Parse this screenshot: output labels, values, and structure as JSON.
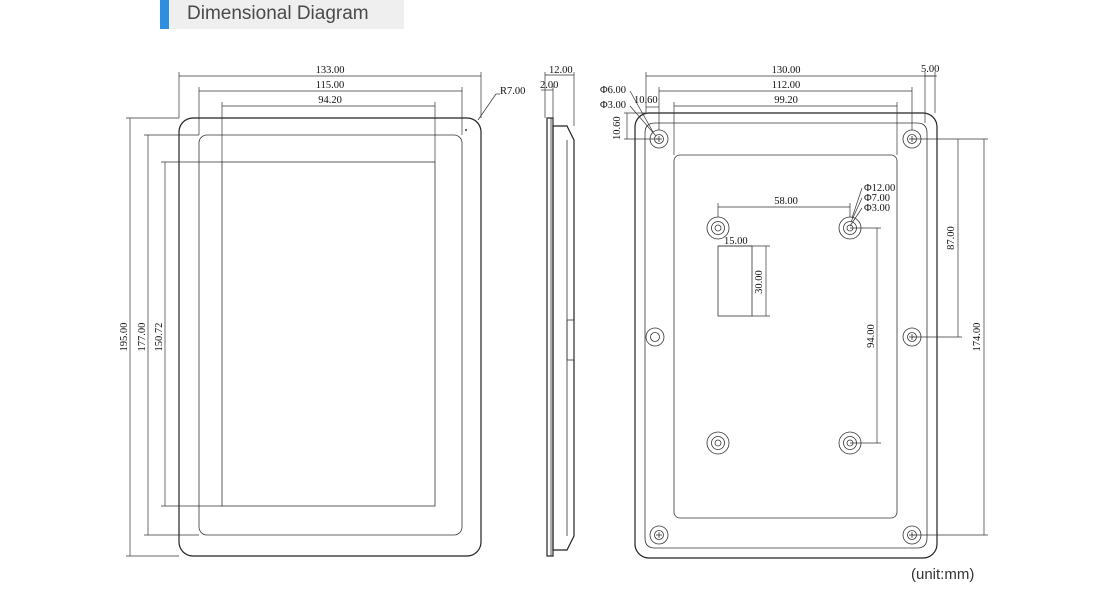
{
  "header": {
    "title": "Dimensional Diagram",
    "accent_color": "#2e8fe0"
  },
  "unit_note": "(unit:mm)",
  "front_view": {
    "width_outer": "133.00",
    "width_mid": "115.00",
    "width_inner": "94.20",
    "corner_radius": "R7.00",
    "height_outer": "195.00",
    "height_mid": "177.00",
    "height_inner": "150.72"
  },
  "side_view": {
    "depth_total": "12.00",
    "depth_front": "2.00"
  },
  "back_view": {
    "width_outer": "130.00",
    "edge_offset": "5.00",
    "width_holes": "112.00",
    "width_panel": "99.20",
    "hole_dia_outer": "Φ6.00",
    "hole_dia_inner": "Φ3.00",
    "hole_offset_x": "10.60",
    "hole_offset_y": "10.60",
    "vesa_dia_outer": "Φ12.00",
    "vesa_dia_mid": "Φ7.00",
    "vesa_dia_inner": "Φ3.00",
    "vesa_spacing_x": "58.00",
    "vesa_spacing_y": "94.00",
    "connector_width": "15.00",
    "connector_height": "30.00",
    "mid_hole_spacing": "87.00",
    "corner_hole_spacing": "174.00"
  }
}
